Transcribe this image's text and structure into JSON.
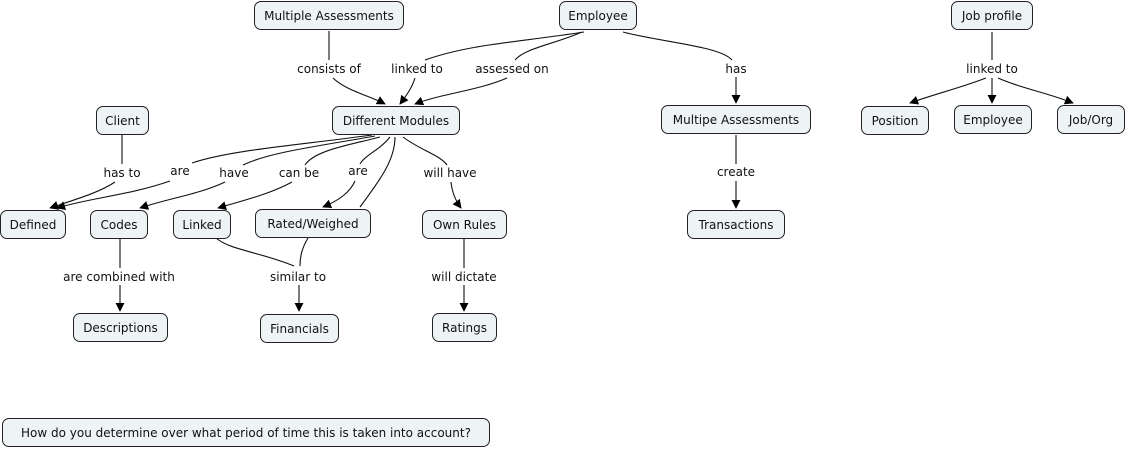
{
  "colors": {
    "node_bg": "#eef3f5",
    "node_border": "#222222",
    "line": "#111111"
  },
  "nodes": {
    "multiple_assessments": "Multiple Assessments",
    "employee": "Employee",
    "job_profile": "Job profile",
    "client": "Client",
    "different_modules": "Different Modules",
    "multipe_assessments": "Multipe Assessments",
    "position": "Position",
    "employee2": "Employee",
    "job_org": "Job/Org",
    "defined": "Defined",
    "codes": "Codes",
    "linked": "Linked",
    "rated_weighed": "Rated/Weighed",
    "own_rules": "Own Rules",
    "transactions": "Transactions",
    "descriptions": "Descriptions",
    "financials": "Financials",
    "ratings": "Ratings",
    "question": "How do you determine over what period of time this is taken into account?"
  },
  "links": {
    "consists_of": "consists of",
    "linked_to_a": "linked to",
    "assessed_on": "assessed on",
    "has": "has",
    "linked_to_b": "linked to",
    "has_to": "has to",
    "are_a": "are",
    "have": "have",
    "can_be": "can be",
    "are_b": "are",
    "will_have": "will have",
    "create": "create",
    "are_combined_with": "are combined with",
    "similar_to": "similar to",
    "will_dictate": "will dictate"
  }
}
